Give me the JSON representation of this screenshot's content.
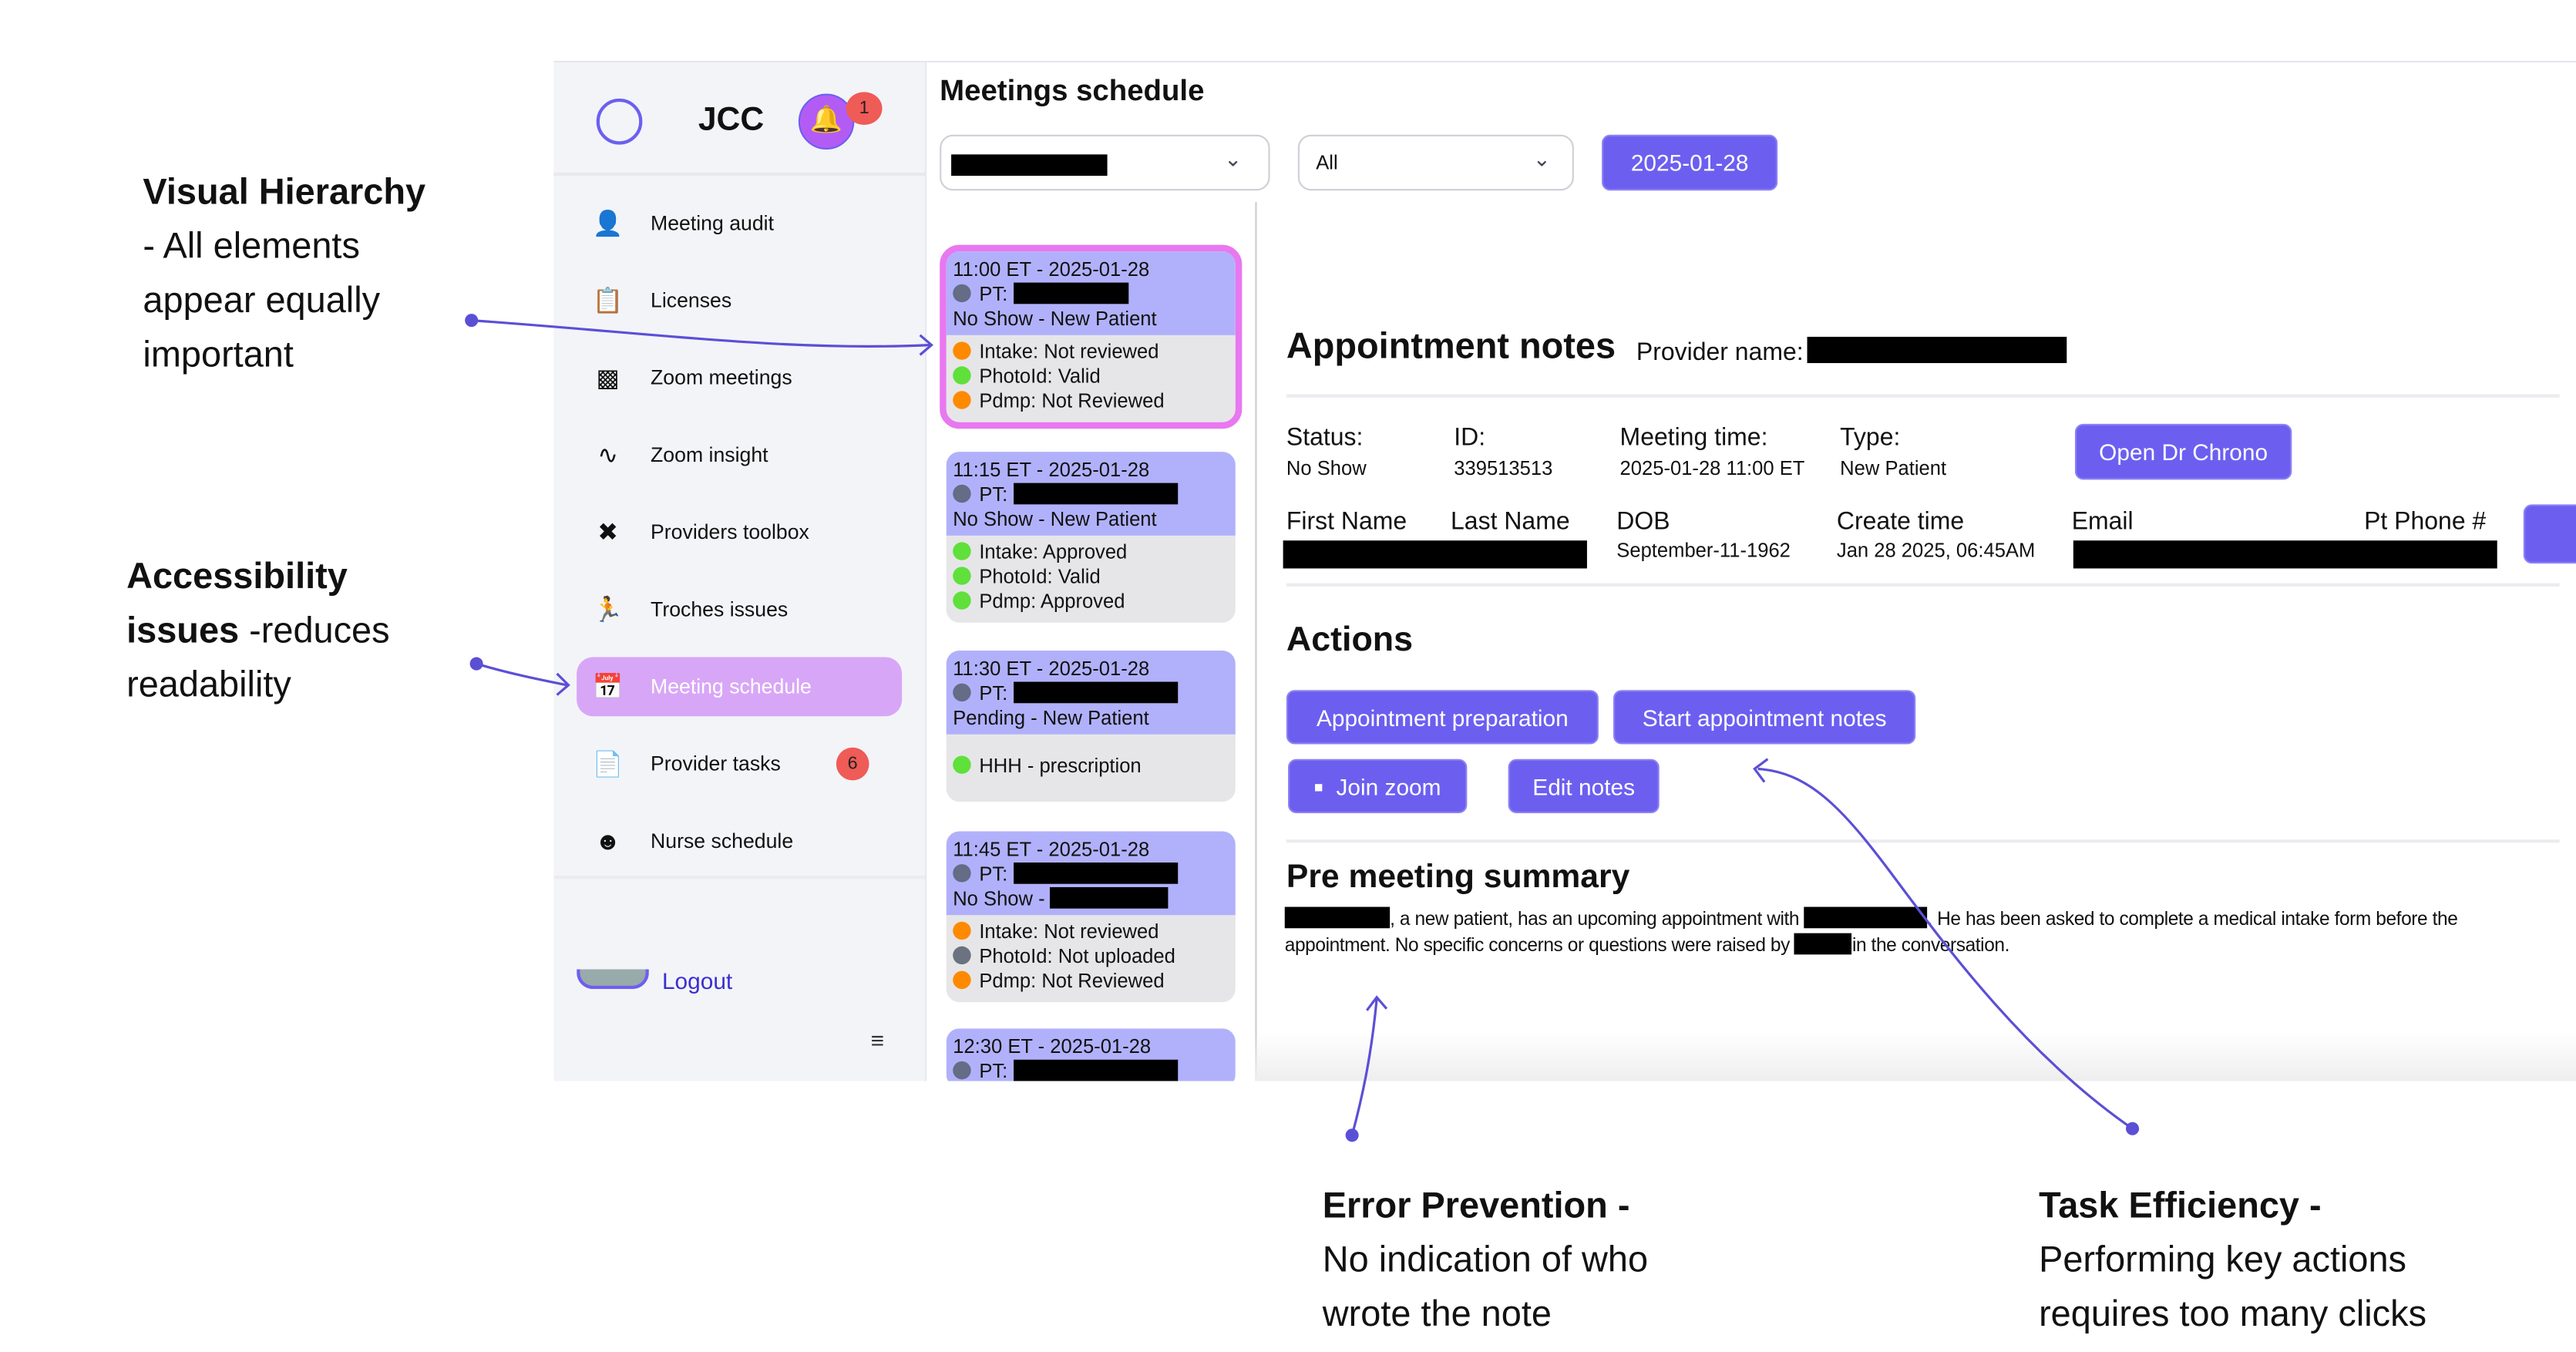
{
  "annotations": {
    "visual_hierarchy": {
      "title": "Visual Hierarchy",
      "body": "- All elements appear equally important"
    },
    "accessibility": {
      "title": "Accessibility issues",
      "body": " -reduces readability"
    },
    "error_prevention": {
      "title": "Error Prevention -",
      "body": "No indication of who wrote the note"
    },
    "task_efficiency": {
      "title": "Task Efficiency -",
      "body": "Performing key actions requires too many clicks"
    },
    "accent_color": "#5b4fd6"
  },
  "sidebar": {
    "brand": "JCC",
    "notification_count": "1",
    "items": [
      {
        "label": "Meeting audit",
        "icon": "user-voice-icon"
      },
      {
        "label": "Licenses",
        "icon": "clipboard-icon"
      },
      {
        "label": "Zoom meetings",
        "icon": "video-plus-icon"
      },
      {
        "label": "Zoom insight",
        "icon": "sparkle-chart-icon"
      },
      {
        "label": "Providers toolbox",
        "icon": "tools-icon"
      },
      {
        "label": "Troches issues",
        "icon": "running-person-icon"
      },
      {
        "label": "Meeting schedule",
        "icon": "calendar-icon",
        "active": true
      },
      {
        "label": "Provider tasks",
        "icon": "document-copy-icon",
        "badge": "6"
      },
      {
        "label": "Nurse schedule",
        "icon": "face-icon"
      }
    ],
    "logout": "Logout"
  },
  "header": {
    "title": "Meetings schedule",
    "filter_status": "All",
    "date": "2025-01-28"
  },
  "meetings": [
    {
      "time": "11:00 ET - 2025-01-28",
      "pt": "PT: ",
      "status": "No Show - New Patient",
      "items": [
        {
          "text": "Intake: Not reviewed",
          "color": "#ff8a00"
        },
        {
          "text": "PhotoId: Valid",
          "color": "#5fe03a"
        },
        {
          "text": "Pdmp: Not Reviewed",
          "color": "#ff8a00"
        }
      ],
      "selected": true
    },
    {
      "time": "11:15 ET - 2025-01-28",
      "pt": "PT: ",
      "status": "No Show - New Patient",
      "items": [
        {
          "text": "Intake: Approved",
          "color": "#5fe03a"
        },
        {
          "text": "PhotoId: Valid",
          "color": "#5fe03a"
        },
        {
          "text": "Pdmp: Approved",
          "color": "#5fe03a"
        }
      ]
    },
    {
      "time": "11:30 ET - 2025-01-28",
      "pt": "PT: ",
      "status": "Pending - New Patient",
      "items": [
        {
          "text": "HHH - prescription",
          "color": "#5fe03a"
        }
      ]
    },
    {
      "time": "11:45 ET - 2025-01-28",
      "pt": "PT: ",
      "status": "No Show - ",
      "items": [
        {
          "text": "Intake: Not reviewed",
          "color": "#ff8a00"
        },
        {
          "text": "PhotoId: Not uploaded",
          "color": "#6b7280"
        },
        {
          "text": "Pdmp: Not Reviewed",
          "color": "#ff8a00"
        }
      ]
    },
    {
      "time": "12:30 ET - 2025-01-28",
      "pt": "PT: ",
      "status": "",
      "items": []
    }
  ],
  "details": {
    "title": "Appointment notes",
    "provider_label": "Provider name:",
    "status_label": "Status:",
    "status": "No Show",
    "id_label": "ID:",
    "id": "339513513",
    "meeting_time_label": "Meeting time:",
    "meeting_time": "2025-01-28 11:00 ET",
    "type_label": "Type:",
    "type": "New Patient",
    "open_drchrono": "Open Dr Chrono",
    "first_name_label": "First Name",
    "last_name_label": "Last Name",
    "dob_label": "DOB",
    "dob": "September-11-1962",
    "create_time_label": "Create time",
    "create_time": "Jan 28 2025, 06:45AM",
    "email_label": "Email",
    "phone_label": "Pt Phone #",
    "actions_title": "Actions",
    "actions": {
      "prep": "Appointment preparation",
      "start": "Start appointment notes",
      "zoom": "Join zoom",
      "edit": "Edit notes"
    },
    "summary_title": "Pre meeting summary",
    "summary_1": ", a new patient, has an upcoming appointment with ",
    "summary_2": ". He has been asked to complete a medical intake form before the appointment. No specific concerns or questions were raised by ",
    "summary_3": "in the conversation."
  }
}
